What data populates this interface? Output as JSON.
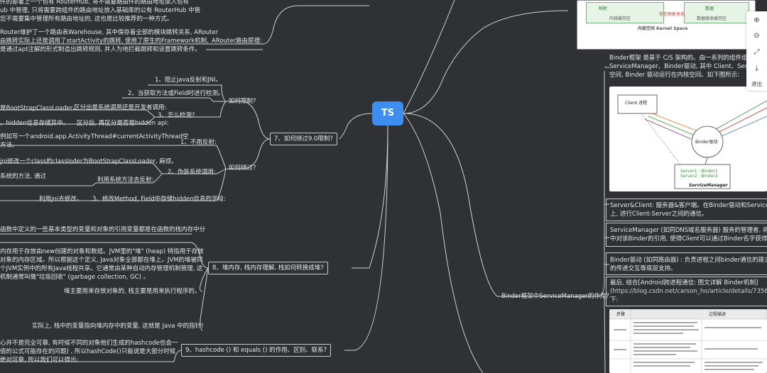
{
  "center": {
    "label": "TS"
  },
  "top_left": {
    "line1": "件的部署上一个包有 RouterHub, 将不需要路由件的路由地址放入包有",
    "line2": "ub 中管理, 只将需要跨组件的路由地址放入基础库的公有 RouterHub 中管",
    "line3": "您不需要集中管理所有路由地址的, 这也是比较推荐的一种方式。"
  },
  "arouter": {
    "desc1": "Router维护了一个路由表Warehouse, 其中保存着全部的模块跳转关系, ARouter",
    "desc2": "由跳转实际上还是调用了startActivity的跳转, 使用了原生的Framework机制,",
    "desc3": "是通过apt注解的形式制造出跳转规则, 并人为地拦截跳转和设置跳转条件。",
    "title": "ARouter路由原理:"
  },
  "q7": {
    "title": "7、如何绕过9.0限制?",
    "limit_title": "如何限制?",
    "limit1": "1、阻止java反射和JNI。",
    "limit2": "2、当获取方法或Field时进行检测。",
    "limit3": "3、怎么检测?",
    "detect1_left": "是BootStrapClassLoader。",
    "detect1": "区分出是系统调用还是开发者调用:",
    "detect2_left": "。hidden信息存储其中。",
    "detect2": "区分后, 再区分是否是hidden api:",
    "bypass_title": "如何绕过?",
    "b1": "1、不用反射:",
    "b1_text1": "例如写一个android.app.ActivityThread#currentActivityThread空",
    "b1_text2": "方法。",
    "b2": "2、伪装系统调用:",
    "b2_text": "jni修改一个class的classloder为BootStrapClassLoader, 麻烦。",
    "b2_sub": "利用系统方法去反射:",
    "b2_sub_left1": "系统的方法, 通过",
    "b3": "3、修改Method, Field中存储hidden信息的字段:",
    "b3_left": "利用jni去修改。"
  },
  "q8": {
    "title": "8、堆内存, 栈内存理解, 栈如何转换成堆?",
    "stack_text": "函数中定义的一些基本类型的变量和对象的引用变量都是在函数的栈内存中分",
    "heap1": "内存用于存放由new创建的对象和数组。JVM里的\"堆\" (heap) 特指用于存放",
    "heap2": "对象的内存区域。所以根据这个定义, Java对象全部都在堆上。JVM的堆被同",
    "heap3": "个JVM实例中的所有Java线程共享。它通常由某种自动内存管理机制管理, 这",
    "heap4": "机制通常叫做\"垃圾回收\" (garbage collection, GC) 。",
    "n1": "堆主要用来存放对象的, 栈主要是用来执行程序的。",
    "n2": "实际上, 栈中的变量指向堆内存中的变量, 这就是 Java 中的指针!"
  },
  "q9": {
    "title": "9、hashcode () 和 equals () 的作用、区别、联系?",
    "t1": "心并不是完全可靠, 有时候不同的对象他们生成的hashcode也会一",
    "t2": "值的公式可能存在的问题) , 所以hashCode()只能说是大部分时候",
    "t3": "绝对可靠, 所以我们可以得出:"
  },
  "right": {
    "binder_intro1": "Binder框架 是基于 C/S 架构的。由一系列的组件组成,",
    "binder_intro2": "ServiceManager、Binder驱动, 其中 Client、Server、Se",
    "binder_intro3": "空间, Binder 驱动运行在内核空间。如下图所示:",
    "server_client1": "Server&Client: 服务器&客户端。在Binder驱动和Service Manage",
    "server_client2": "上, 进行Client-Server之间的通信。",
    "sm1": "ServiceManager (如同DNS域名服务器) 服务的管理者, 将Binde",
    "sm2": "中对该Binder的引用, 使得Client可以通过Binder名字获得Server",
    "driver1": "Binder驱动 (如同路由器) : 负责进程之间binder通信的建立, 1",
    "driver2": "的传递交互等底层支持。",
    "last1": "最后, 结合[Android跨进程通信: 图文详解 Binder机制]",
    "last2": "(https://blog.csdn.net/carson_ho/article/details/73560642) 的总结",
    "last3": "下:",
    "question": "Binder框架中ServiceManager的作用?",
    "diagram_top": {
      "kernel": "内核空间 Kernel Space",
      "left_box": "内核缓存区",
      "right_box": "数据接收缓存区",
      "mid": "存在映射关系",
      "top_left": "映射",
      "top_right": "数据"
    },
    "diagram_binder": {
      "client": "Client 进程",
      "driver": "Binder驱动",
      "sm": "ServiceManager",
      "sm_lines": "Server1 : Binder1\nServer2 : Binder2"
    },
    "table": {
      "h1": "步骤",
      "h2": "过程描述"
    }
  },
  "toolbar": {
    "zoom_in": "⊕",
    "zoom_out": "⊖",
    "fit": "⤢",
    "download": "⤓",
    "exit": "退出"
  }
}
